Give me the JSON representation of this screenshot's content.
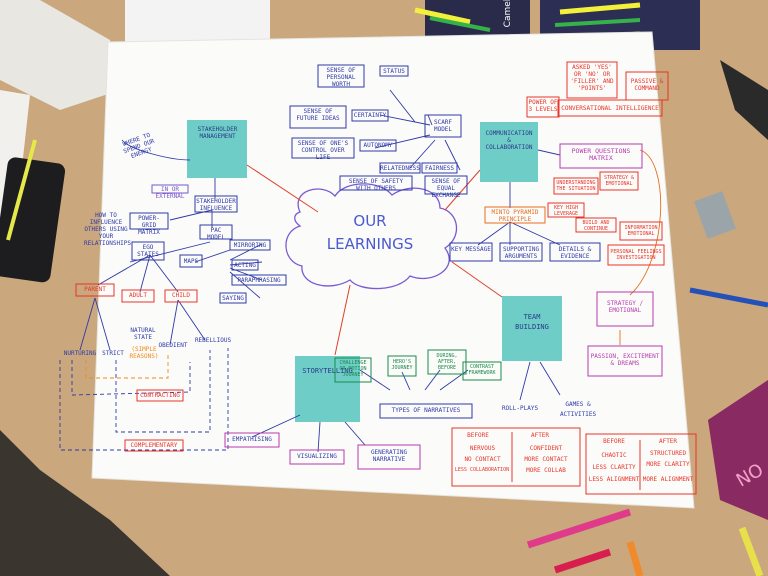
{
  "center": {
    "title_line1": "OUR",
    "title_line2": "LEARNINGS"
  },
  "sections": {
    "stakeholder": "STAKEHOLDER MANAGEMENT",
    "communication": "COMMUNICATION & COLLABORATION",
    "storytelling": "STORYTELLING",
    "team_building": "TEAM BUILDING"
  },
  "scarf": {
    "model": "SCARF MODEL",
    "status": "STATUS",
    "sense_worth": "SENSE OF PERSONAL WORTH",
    "certainty": "CERTAINTY",
    "sense_future": "SENSE OF FUTURE IDEAS",
    "autonomy": "AUTONOMY",
    "control": "SENSE OF ONE'S CONTROL OVER LIFE",
    "relatedness": "RELATEDNESS",
    "safety": "SENSE OF SAFETY WITH OTHERS",
    "fairness": "FAIRNESS",
    "equal": "SENSE OF EQUAL EXCHANGE"
  },
  "stakeholder_map": {
    "energy": "WHERE TO SPEND OUR ENERGY",
    "internal": "IN OR EXTERNAL",
    "influence": "STAKEHOLDER INFLUENCE",
    "power_grid": "POWER-GRID MATRIX",
    "how_to": "HOW TO INFLUENCE OTHERS USING YOUR RELATIONSHIPS",
    "pac": "PAC MODEL",
    "ego": "EGO STATES",
    "maps": "MAPS",
    "mirroring": "MIRRORING",
    "acting": "ACTING",
    "paraphrasing": "PARAPHRASING",
    "saying": "SAYING",
    "parent": "PARENT",
    "adult": "ADULT",
    "child": "CHILD",
    "natural": "NATURAL STATE",
    "simple": "(SIMPLE REASONS)",
    "obedient": "OBEDIENT",
    "rebellious": "REBELLIOUS",
    "nurturing": "NURTURING",
    "strict": "STRICT",
    "contracting": "CONTRACTING",
    "complementary": "COMPLEMENTARY"
  },
  "communication_map": {
    "power3": "POWER OF 3 LEVELS",
    "asked": "ASKED 'YES' OR 'NO' OR 'FILLER' AND 'POINTS'",
    "passive": "PASSIVE & COMMAND",
    "conversational": "CONVERSATIONAL INTELLIGENCE",
    "pqm": "POWER QUESTIONS MATRIX",
    "q1": "UNDERSTANDING THE SITUATION",
    "q2": "STRATEGY & EMOTIONAL",
    "q3": "KEY HIGH LEVERAGE",
    "q4": "BUILD AND CONTINUE",
    "q5": "INFORMATION EMOTIONAL",
    "q6": "PERSONAL FEELINGS INVESTIGATION",
    "minto": "MINTO PYRAMID PRINCIPLE",
    "key_message": "KEY MESSAGE",
    "supporting": "SUPPORTING ARGUMENTS",
    "details": "DETAILS & EVIDENCE",
    "strategy": "STRATEGY / EMOTIONAL",
    "passion": "PASSION, EXCITEMENT & DREAMS"
  },
  "story_map": {
    "challenge": "CHALLENGE OR MOTION JOURNEY",
    "hero": "HERO'S JOURNEY",
    "during": "DURING, AFTER, BEFORE",
    "contrast": "CONTRAST FRAMEWORK",
    "types": "TYPES OF NARRATIVES",
    "empathising": "EMPATHISING",
    "visualizing": "VISUALIZING",
    "generating": "GENERATING NARRATIVE"
  },
  "team_map": {
    "roleplays": "ROLL-PLAYS",
    "games": "GAMES & ACTIVITIES",
    "t1_before": "BEFORE",
    "t1_after": "AFTER",
    "t1_b": [
      "NERVOUS",
      "NO CONTACT",
      "LESS COLLABORATION"
    ],
    "t1_a": [
      "CONFIDENT",
      "MORE CONTACT",
      "MORE COLLAB"
    ],
    "t2_before": "BEFORE",
    "t2_after": "AFTER",
    "t2_b": [
      "CHAOTIC",
      "LESS CLARITY",
      "LESS ALIGNMENT"
    ],
    "t2_a": [
      "STRUCTURED",
      "MORE CLARITY",
      "MORE ALIGNMENT"
    ]
  },
  "props": {
    "book_text": "NO",
    "marker_brand": "Camel"
  }
}
